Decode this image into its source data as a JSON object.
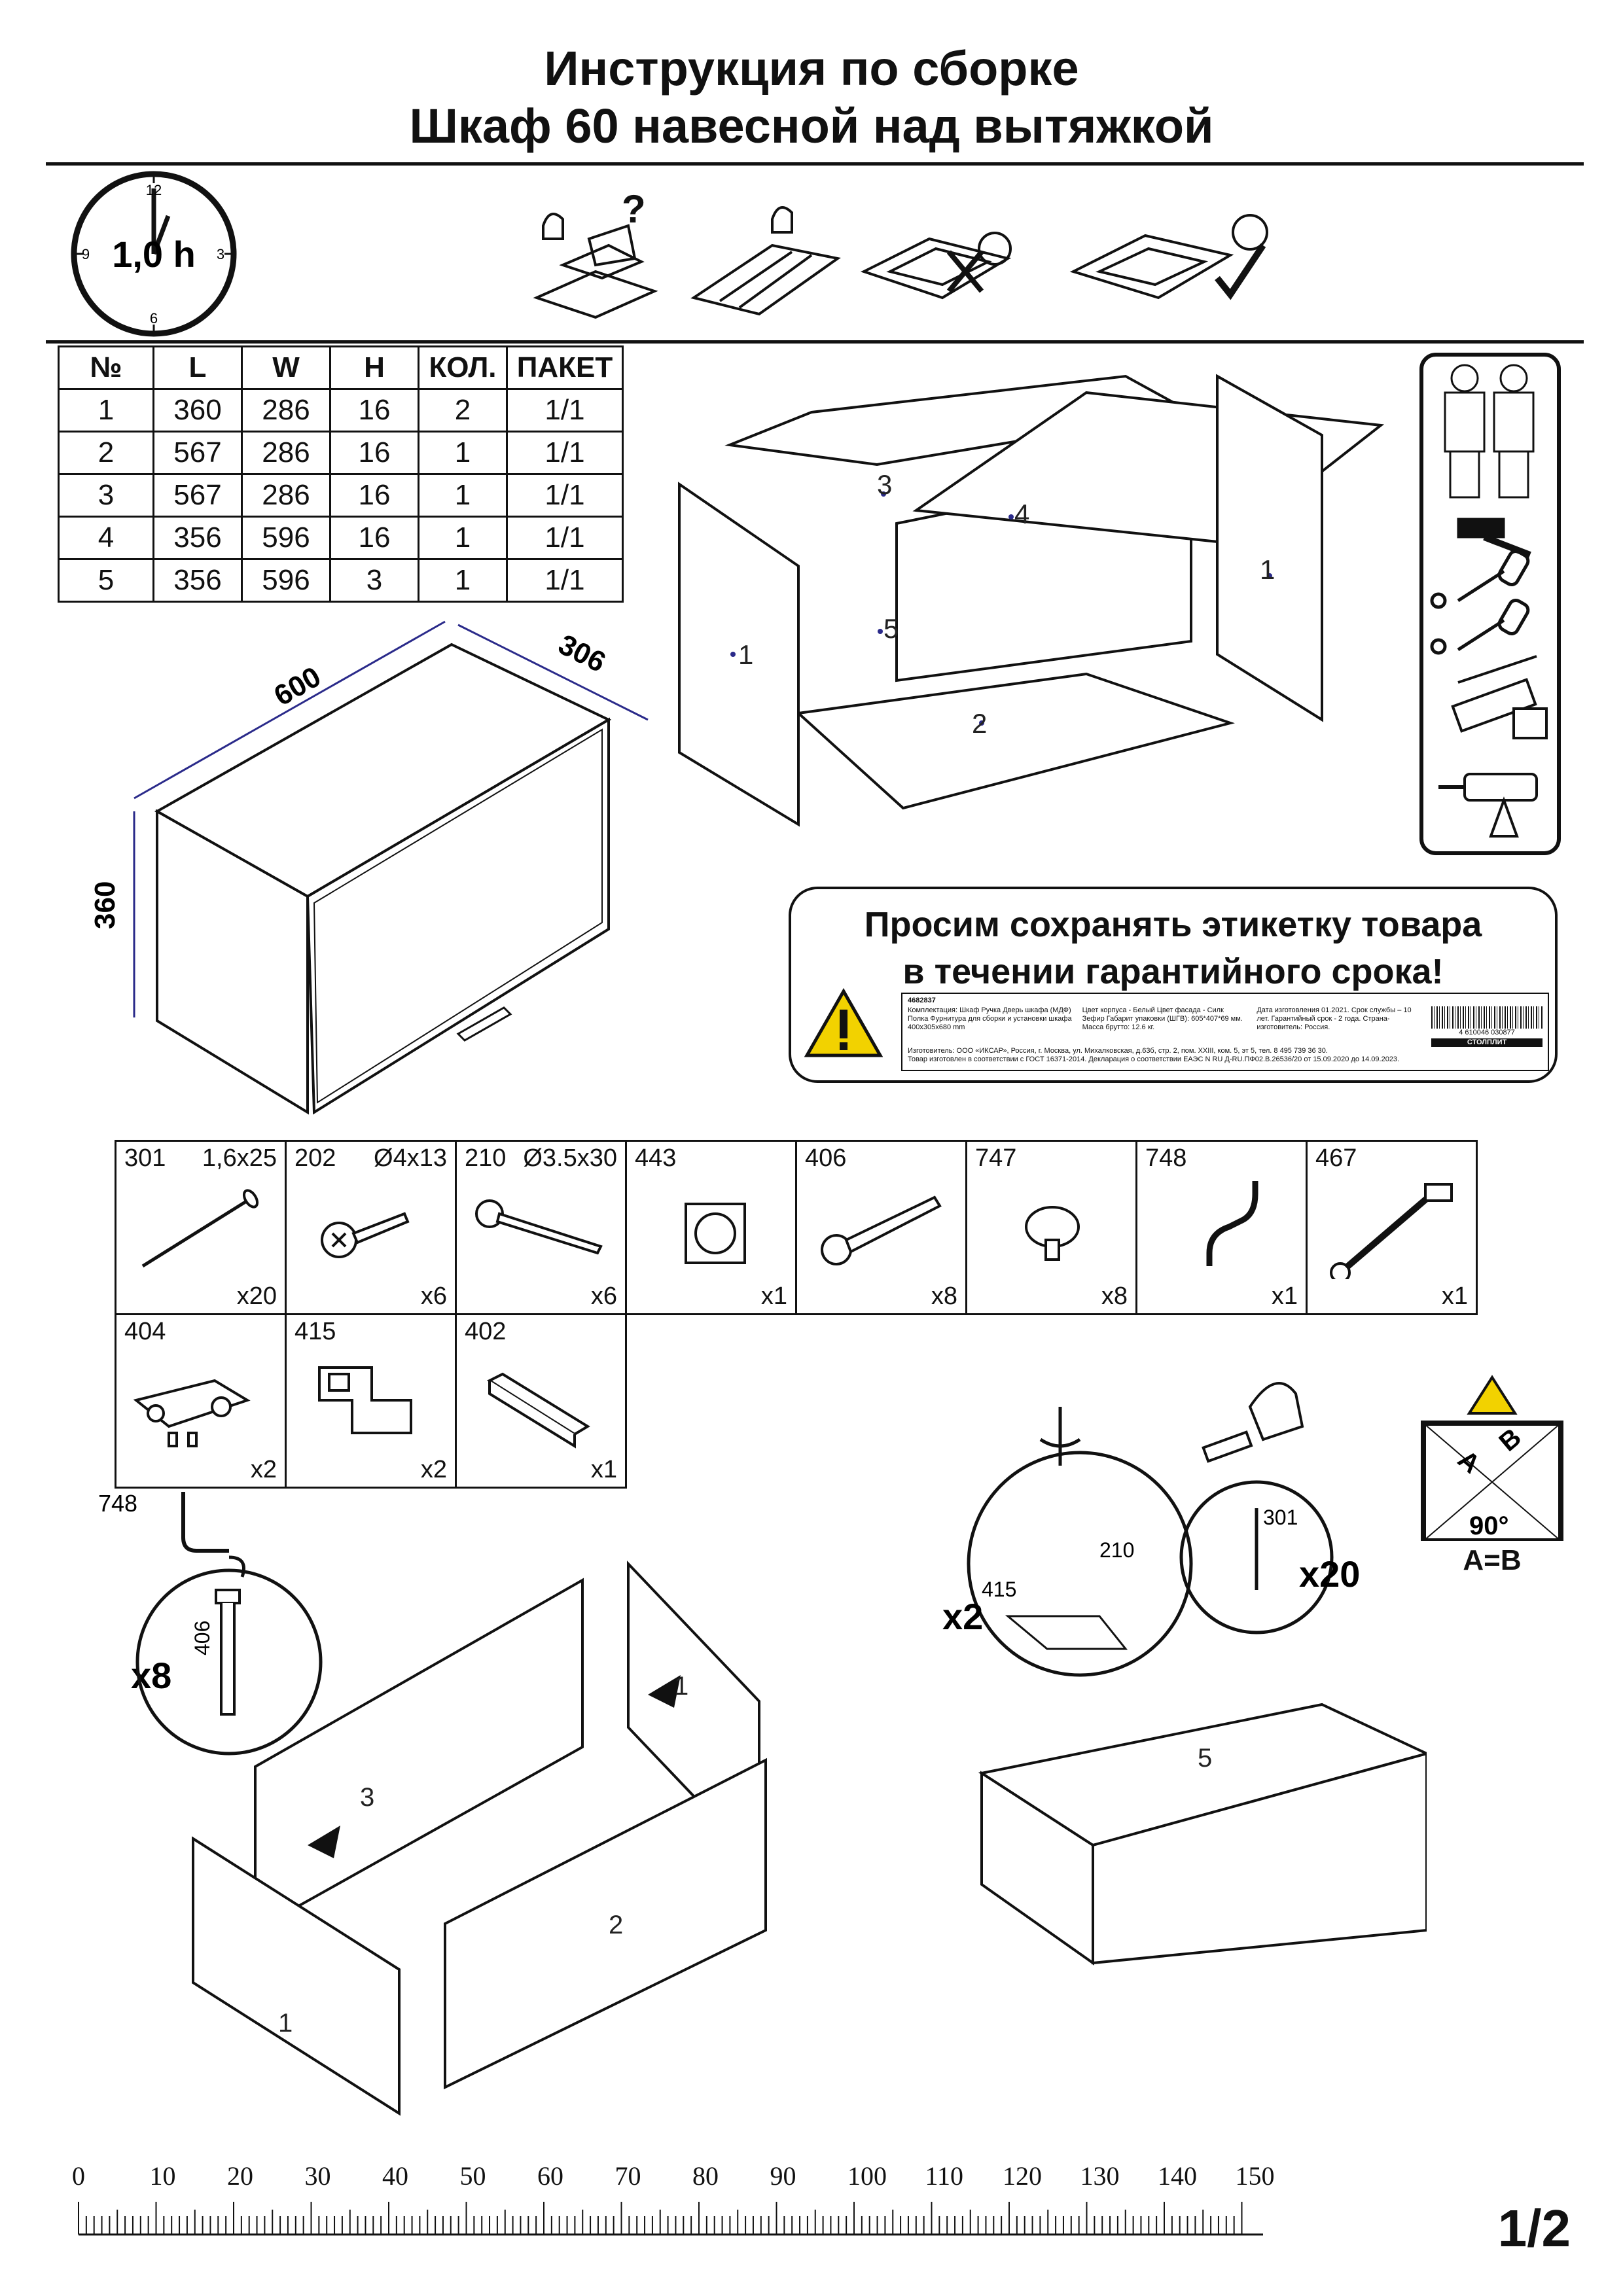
{
  "header": {
    "title_line1": "Инструкция по сборке",
    "title_line2": "Шкаф 60 навесной над вытяжкой"
  },
  "clock": {
    "time_label": "1,0 h",
    "marks": [
      "12",
      "3",
      "6",
      "9"
    ]
  },
  "parts_table": {
    "headers": [
      "№",
      "L",
      "W",
      "H",
      "КОЛ.",
      "ПАКЕТ"
    ],
    "rows": [
      [
        "1",
        "360",
        "286",
        "16",
        "2",
        "1/1"
      ],
      [
        "2",
        "567",
        "286",
        "16",
        "1",
        "1/1"
      ],
      [
        "3",
        "567",
        "286",
        "16",
        "1",
        "1/1"
      ],
      [
        "4",
        "356",
        "596",
        "16",
        "1",
        "1/1"
      ],
      [
        "5",
        "356",
        "596",
        "3",
        "1",
        "1/1"
      ]
    ]
  },
  "dimensions": {
    "width": "600",
    "depth": "306",
    "height": "360"
  },
  "exploded_labels": [
    "1",
    "2",
    "3",
    "4",
    "5"
  ],
  "notice": {
    "line1": "Просим сохранять этикетку товара",
    "line2": "в течении гарантийного срока!",
    "label_code": "4682837",
    "label_col1": "Комплектация: Шкаф  Ручка  Дверь шкафа (МДФ)  Полка  Фурнитура для сборки и установки шкафа  400x305x680 mm",
    "label_col2": "Цвет корпуса - Белый  Цвет фасада - Силк Зефир  Габарит упаковки (ШГВ): 605*407*69 мм.  Масса брутто: 12.6 кг.",
    "label_col3": "Дата изготовления 01.2021.  Срок службы – 10 лет.  Гарантийный срок - 2 года.  Страна-изготовитель: Россия.",
    "label_footer1": "Изготовитель: ООО «ИКСАР», Россия, г. Москва, ул. Михалковская, д.63б, стр. 2, пом. XXIII, ком. 5, эт 5, тел. 8 495 739 36 30.",
    "label_footer2": "Товар изготовлен в соответствии с ГОСТ 16371-2014. Декларация о соответствии ЕАЭС N RU Д-RU.ПФ02.В.26536/20 от 15.09.2020 до 14.09.2023.",
    "barcode": "4 610046 030877",
    "brand": "СТОЛПЛИТ"
  },
  "hardware": [
    {
      "code": "301",
      "size": "1,6x25",
      "qty": "x20",
      "icon": "nail-icon"
    },
    {
      "code": "202",
      "size": "Ø4x13",
      "qty": "x6",
      "icon": "short-screw-icon"
    },
    {
      "code": "210",
      "size": "Ø3.5x30",
      "qty": "x6",
      "icon": "long-screw-icon"
    },
    {
      "code": "443",
      "size": "",
      "qty": "x1",
      "icon": "cap-icon"
    },
    {
      "code": "406",
      "size": "",
      "qty": "x8",
      "icon": "confirmat-icon"
    },
    {
      "code": "747",
      "size": "",
      "qty": "x8",
      "icon": "plug-icon"
    },
    {
      "code": "748",
      "size": "",
      "qty": "x1",
      "icon": "hex-key-icon"
    },
    {
      "code": "467",
      "size": "",
      "qty": "x1",
      "icon": "gas-lift-icon"
    },
    {
      "code": "404",
      "size": "",
      "qty": "x2",
      "icon": "hinge-icon"
    },
    {
      "code": "415",
      "size": "",
      "qty": "x2",
      "icon": "mounting-plate-icon"
    },
    {
      "code": "402",
      "size": "",
      "qty": "x1",
      "icon": "handle-icon"
    }
  ],
  "step1": {
    "tool_code": "748",
    "screw_code": "406",
    "multiplier": "x8",
    "panel_labels": [
      "1",
      "3",
      "1",
      "2"
    ]
  },
  "step2": {
    "multiplier_left": "x2",
    "code_a": "415",
    "code_b": "210",
    "nail_code": "301",
    "multiplier_right": "x20",
    "panel_label": "5"
  },
  "square_check": {
    "label_a": "A",
    "label_b": "B",
    "angle": "90°",
    "equation": "A=B"
  },
  "ruler": {
    "marks": [
      "0",
      "10",
      "20",
      "30",
      "40",
      "50",
      "60",
      "70",
      "80",
      "90",
      "100",
      "110",
      "120",
      "130",
      "140",
      "150"
    ]
  },
  "page": {
    "number": "1/2"
  },
  "colors": {
    "ink": "#111111",
    "accent_blue": "#2a2a8a",
    "warning_yellow": "#f2d200"
  }
}
